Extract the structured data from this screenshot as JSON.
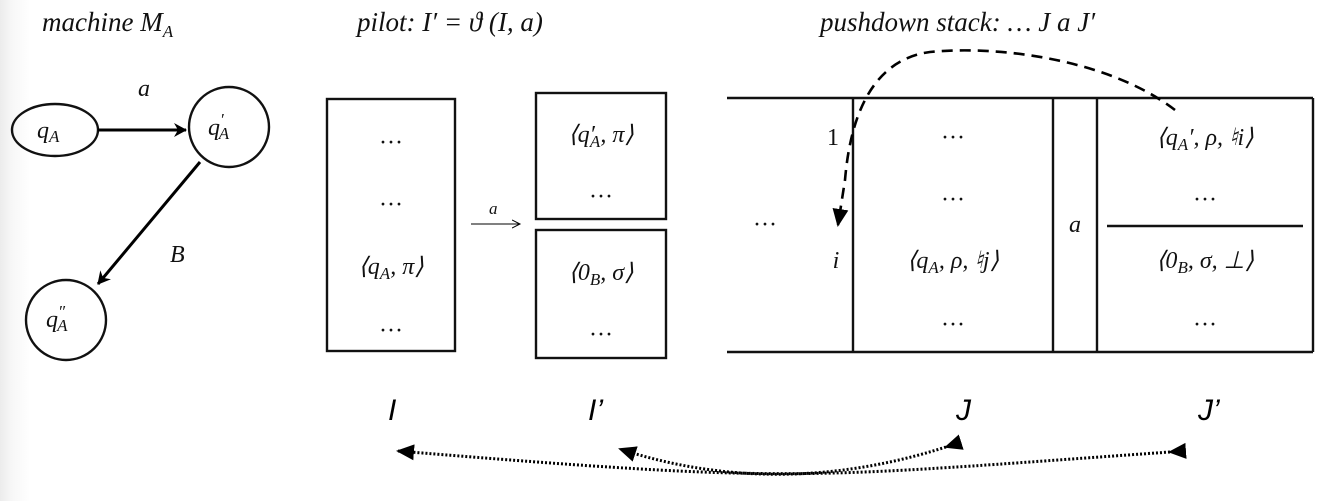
{
  "titles": {
    "machine": "machine M",
    "machine_sub": "A",
    "pilot": "pilot: I′ = ϑ (I, a)",
    "stack": "pushdown stack: … J a J′"
  },
  "machine": {
    "states": [
      {
        "id": "qA",
        "label": "q",
        "sub": "A",
        "prime": ""
      },
      {
        "id": "qA1",
        "label": "q",
        "sub": "A",
        "prime": "′"
      },
      {
        "id": "qA2",
        "label": "q",
        "sub": "A",
        "prime": "″"
      }
    ],
    "edges": [
      {
        "from": "qA",
        "to": "qA1",
        "label": "a"
      },
      {
        "from": "qA1",
        "to": "qA2",
        "label": "B"
      }
    ]
  },
  "pilot": {
    "I_rows": [
      "···",
      "···",
      "⟨qA, π⟩",
      "···"
    ],
    "I_row_q": {
      "pre": "⟨q",
      "sub": "A",
      "post": ", π⟩"
    },
    "transition_label": "a",
    "I1_top_rows": [
      "⟨q′A, π⟩",
      "···"
    ],
    "I1_top_q": {
      "pre": "⟨q′",
      "sub": "A",
      "post": ", π⟩"
    },
    "I1_bottom_rows": [
      "⟨0B, σ⟩",
      "···"
    ],
    "I1_bottom_q": {
      "pre": "⟨0",
      "sub": "B",
      "post": ", σ⟩"
    },
    "dots": "···"
  },
  "stack": {
    "left_dots": "···",
    "index_top": "1",
    "index_i": "i",
    "J_row_q": {
      "pre": "⟨q",
      "sub": "A",
      "post": ", ρ, ♮j⟩"
    },
    "a_label": "a",
    "J1_top_q": {
      "pre": "⟨q",
      "sub": "A",
      "post": "′, ρ, ♮i⟩"
    },
    "J1_bottom_q": {
      "pre": "⟨0",
      "sub": "B",
      "post": ", σ, ⊥⟩"
    },
    "dots": "···"
  },
  "bottom_labels": {
    "I": "I",
    "I1": "I’",
    "J": "J",
    "J1": "J’"
  }
}
